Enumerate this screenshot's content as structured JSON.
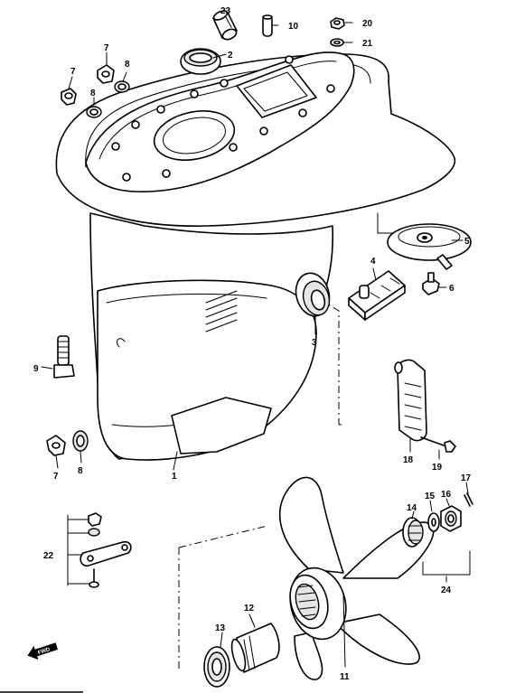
{
  "diagram": {
    "forward_badge": "FWD",
    "callouts": [
      {
        "id": "p2",
        "label": "2"
      },
      {
        "id": "p20",
        "label": "20"
      },
      {
        "id": "p21",
        "label": "21"
      },
      {
        "id": "p23",
        "label": "23"
      },
      {
        "id": "p10",
        "label": "10"
      },
      {
        "id": "p7a",
        "label": "7"
      },
      {
        "id": "p7b",
        "label": "7"
      },
      {
        "id": "p8a",
        "label": "8"
      },
      {
        "id": "p8b",
        "label": "8"
      },
      {
        "id": "p5",
        "label": "5"
      },
      {
        "id": "p4",
        "label": "4"
      },
      {
        "id": "p6",
        "label": "6"
      },
      {
        "id": "p3",
        "label": "3"
      },
      {
        "id": "p9",
        "label": "9"
      },
      {
        "id": "p7c",
        "label": "7"
      },
      {
        "id": "p8c",
        "label": "8"
      },
      {
        "id": "p1",
        "label": "1"
      },
      {
        "id": "p18",
        "label": "18"
      },
      {
        "id": "p19",
        "label": "19"
      },
      {
        "id": "p17",
        "label": "17"
      },
      {
        "id": "p16",
        "label": "16"
      },
      {
        "id": "p15",
        "label": "15"
      },
      {
        "id": "p14",
        "label": "14"
      },
      {
        "id": "p22",
        "label": "22"
      },
      {
        "id": "p24",
        "label": "24"
      },
      {
        "id": "p12",
        "label": "12"
      },
      {
        "id": "p13",
        "label": "13"
      },
      {
        "id": "p11",
        "label": "11"
      }
    ]
  }
}
